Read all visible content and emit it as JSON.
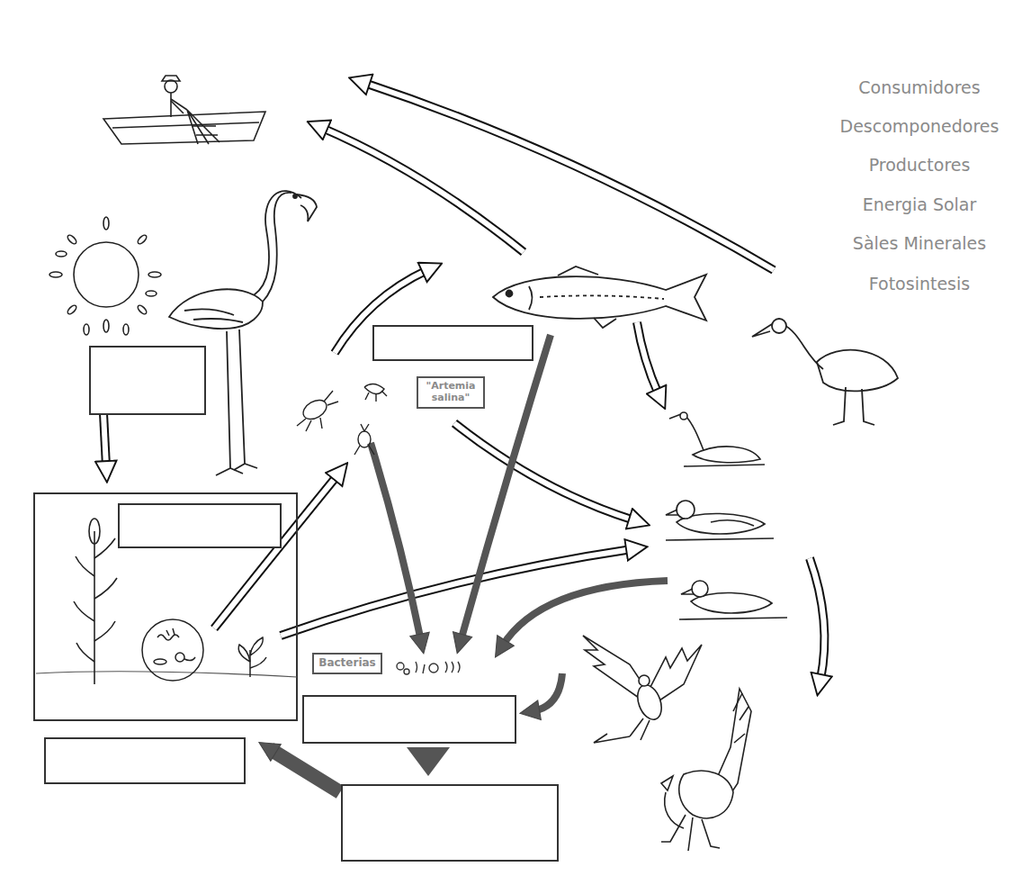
{
  "diagram": {
    "nodes": [
      {
        "text": [
          "\"Artemia salina\""
        ]
      },
      {
        "text": [
          "Bacterias"
        ]
      }
    ],
    "labels": [
      "Consumidores",
      "Descomponedores",
      "Productores",
      "Energia Solar",
      "Sàles Minerales",
      "Fotosintesis"
    ]
  }
}
